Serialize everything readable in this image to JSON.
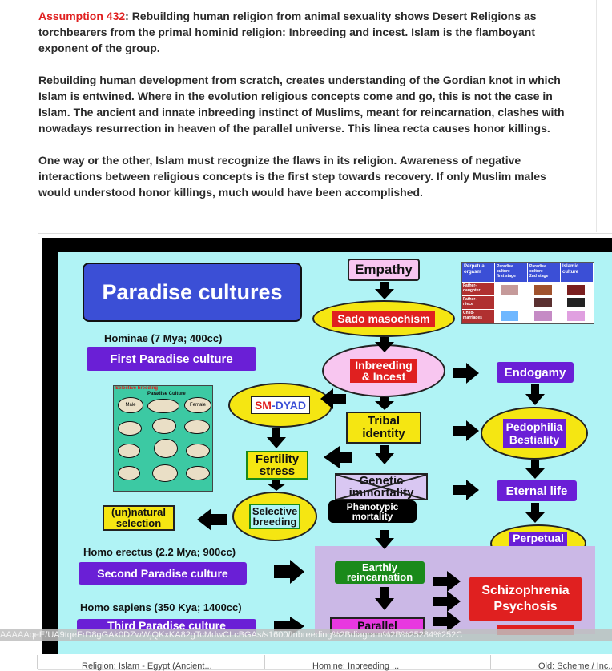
{
  "article": {
    "assumption_label": "Assumption 432",
    "assumption_text": ": Rebuilding human religion from animal sexuality shows Desert Religions as torchbearers from the primal hominid religion: Inbreeding and incest. Islam is the flamboyant exponent of the group.",
    "paragraph2": "Rebuilding human development from scratch, creates understanding of the Gordian knot in which Islam is entwined. Where in the evolution religious concepts come and go, this is not the case in Islam. The ancient and innate inbreeding instinct of Muslims, meant for reincarnation, clashes with nowadays resurrection in heaven of the parallel universe. This linea recta causes honor killings.",
    "paragraph3": "One way or the other, Islam must recognize the flaws in its religion. Awareness of negative interactions between religious concepts is the first step towards recovery. If only Muslim males would understood honor killings, much would have been accomplished."
  },
  "diagram": {
    "title": "Paradise cultures",
    "empathy": "Empathy",
    "sado": "Sado masochism",
    "inbreeding": "Inbreeding\n& Incest",
    "endogamy": "Endogamy",
    "sm_dyad_sm": "SM",
    "sm_dyad_rest": "-DYAD",
    "tribal": "Tribal\nidentity",
    "pedophilia": "Pedophilia\nBestiality",
    "fertility": "Fertility\nstress",
    "genetic": "Genetic\nimmortality",
    "phenotypic": "Phenotypic\nmortality",
    "eternal": "Eternal life",
    "unnatural": "(un)natural\nselection",
    "selective": "Selective\nbreeding",
    "perpetual": "Perpetual\norgasm",
    "earthly": "Earthly\nreincarnation",
    "schizo": "Schizophrenia\nPsychosis",
    "parallel": "Parallel",
    "hominae": "Hominae (7 Mya; 400cc)",
    "first": "First Paradise culture",
    "erectus": "Homo erectus (2.2 Mya; 900cc)",
    "second": "Second Paradise culture",
    "sapiens": "Homo sapiens (350 Kya; 1400cc)",
    "third": "Third Paradise culture",
    "thumb_title": "Selective breeding",
    "thumb_sub": "Paradise Culture",
    "thumb_male": "Male",
    "thumb_female": "Female",
    "table": {
      "col1": "Perpetual\norgasm",
      "col2": "Paradise\nculture\nfirst stage",
      "col3": "Paradise\nculture\n2nd stage",
      "col4": "Islamic\nculture",
      "row1": "Father-\ndaughter",
      "row2": "Father-\nniece",
      "row3": "Child-\nmarriages"
    }
  },
  "status_url": "AAAAAqeE/UA9tqeFrD8gGAk0DZwWjQKxKA82gTcMdwCLcBGAs/s1600/Inbreeding%2Bdiagram%2B%25284%252C",
  "bottom_nav": {
    "left": "Religion: Islam - Egypt (Ancient...",
    "middle": "Homine: Inbreeding ...",
    "right": "Old: Scheme / Inc..."
  },
  "colors": {
    "accent_red": "#e02020",
    "diagram_bg": "#b0f3f5",
    "blue_box": "#3b4fd6",
    "purple_box": "#6a1fd6"
  }
}
